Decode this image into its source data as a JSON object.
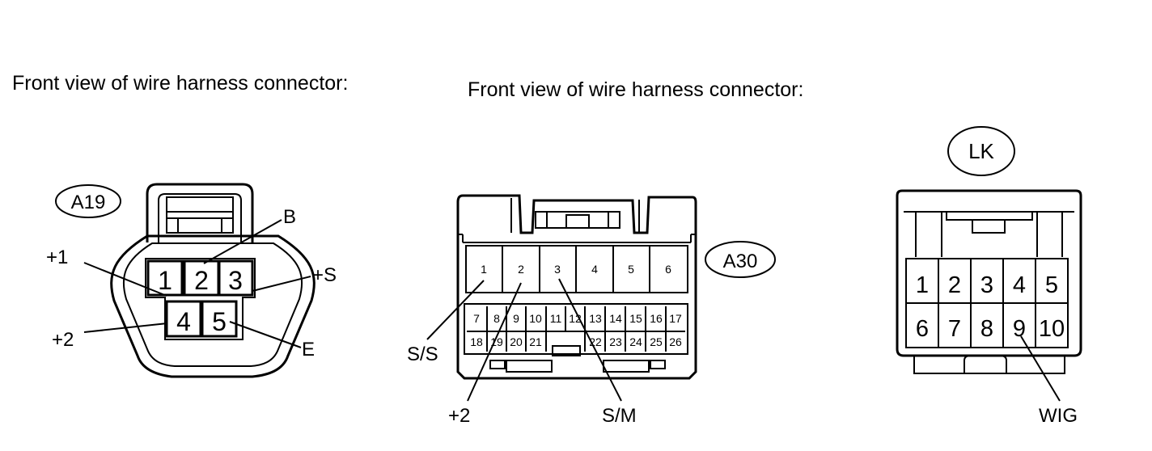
{
  "captions": {
    "left": "Front view of wire harness connector:",
    "middle": "Front view of wire harness connector:"
  },
  "connectors": {
    "a19": {
      "id": "A19",
      "pins": [
        "1",
        "2",
        "3",
        "4",
        "5"
      ],
      "labels": {
        "b": "B",
        "plus1": "+1",
        "plus_s": "+S",
        "plus2": "+2",
        "e": "E"
      }
    },
    "a30": {
      "id": "A30",
      "top_pins": [
        "1",
        "2",
        "3",
        "4",
        "5",
        "6"
      ],
      "row2_pins": [
        "7",
        "8",
        "9",
        "10",
        "11",
        "12",
        "13",
        "14",
        "15",
        "16",
        "17"
      ],
      "row3_left_pins": [
        "18",
        "19",
        "20",
        "21"
      ],
      "row3_right_pins": [
        "22",
        "23",
        "24",
        "25",
        "26"
      ],
      "labels": {
        "ss": "S/S",
        "plus2": "+2",
        "sm": "S/M"
      }
    },
    "lk": {
      "id": "LK",
      "row1_pins": [
        "1",
        "2",
        "3",
        "4",
        "5"
      ],
      "row2_pins": [
        "6",
        "7",
        "8",
        "9",
        "10"
      ],
      "labels": {
        "wig": "WIG"
      }
    }
  }
}
